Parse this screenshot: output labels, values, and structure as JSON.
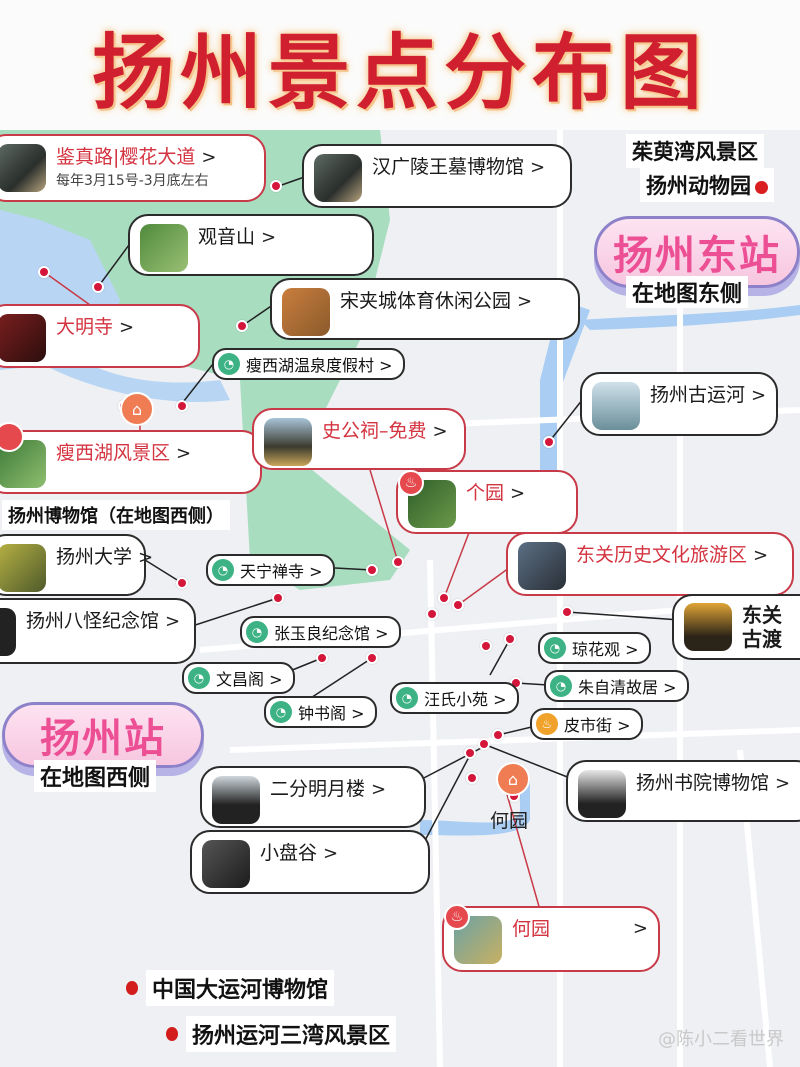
{
  "title": "扬州景点分布图",
  "colors": {
    "title_red": "#d01f2e",
    "pin_red": "#d3163a",
    "station_pink": "#ec4f94",
    "pill_green": "#3cb285",
    "food_orange": "#f0a22b",
    "water_blue": "#a9cdf3",
    "park_green": "#9fd9b7"
  },
  "cards": {
    "jianzhen": {
      "label": "鉴真路|樱花大道",
      "sub": "每年3月15号-3月底左右",
      "chevron": ">"
    },
    "hanguangling": {
      "label": "汉广陵王墓博物馆",
      "chevron": ">"
    },
    "guanyinshan": {
      "label": "观音山",
      "chevron": ">"
    },
    "daming": {
      "label": "大明寺",
      "chevron": ">"
    },
    "songjiacheng": {
      "label": "宋夹城体育休闲公园",
      "chevron": ">"
    },
    "shouxihu": {
      "label": "瘦西湖风景区",
      "chevron": ">"
    },
    "shigongci": {
      "label": "史公祠–免费",
      "chevron": ">"
    },
    "guyunhe": {
      "label": "扬州古运河",
      "chevron": ">"
    },
    "geyuan": {
      "label": "个园",
      "chevron": ">"
    },
    "dongguan": {
      "label": "东关历史文化旅游区",
      "chevron": ">"
    },
    "yzdaxue": {
      "label": "扬州大学",
      "chevron": ">"
    },
    "baguai": {
      "label": "扬州八怪纪念馆",
      "chevron": ">"
    },
    "dongguangudu": {
      "label": "东关\n古渡"
    },
    "erfen": {
      "label": "二分明月楼",
      "chevron": ">"
    },
    "xiaopangu": {
      "label": "小盘谷",
      "chevron": ">"
    },
    "shuyuan": {
      "label": "扬州书院博物馆",
      "chevron": ">"
    },
    "heyuan": {
      "label": "何园",
      "chevron": ">"
    }
  },
  "pills": {
    "wenquan": {
      "label": "瘦西湖温泉度假村 >"
    },
    "tianning": {
      "label": "天宁禅寺 >"
    },
    "zhangyuliang": {
      "label": "张玉良纪念馆 >"
    },
    "wenchang": {
      "label": "文昌阁 >"
    },
    "zhongshu": {
      "label": "钟书阁 >"
    },
    "qionghua": {
      "label": "琼花观 >"
    },
    "wangshi": {
      "label": "汪氏小苑 >"
    },
    "zhuziqing": {
      "label": "朱自清故居 >"
    },
    "pishi": {
      "label": "皮市街 >"
    }
  },
  "labels": {
    "zhuyu": "茱萸湾风景区",
    "zoo": "扬州动物园",
    "east_station": "扬州东站",
    "east_station_sub": "在地图东侧",
    "west_station": "扬州站",
    "west_station_sub": "在地图西侧",
    "museum_west": "扬州博物馆（在地图西侧）",
    "heyuan_map": "何园",
    "canal_museum": "中国大运河博物馆",
    "sanwan": "扬州运河三湾风景区",
    "watermark": "@陈小二看世界"
  },
  "icons": {
    "pill": "scenic-spot-icon",
    "food": "food-icon",
    "hot": "fire-icon",
    "poi": "landmark-icon"
  }
}
